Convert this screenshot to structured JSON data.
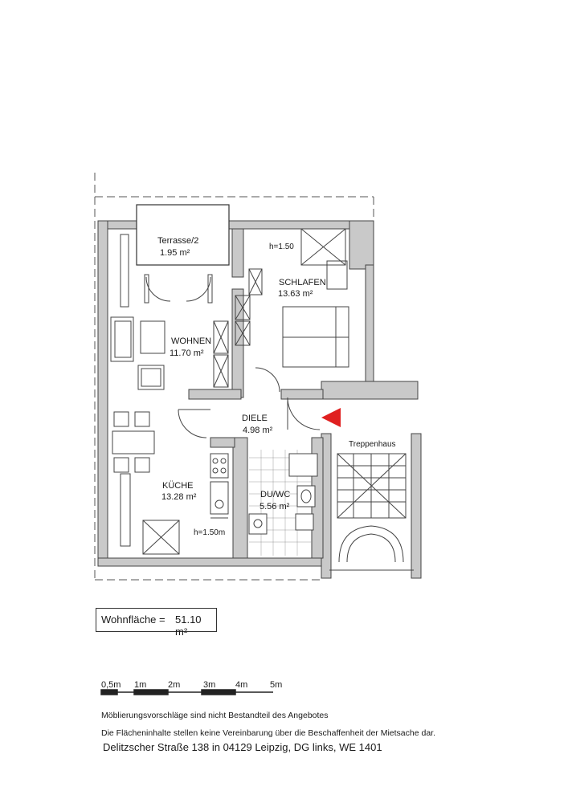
{
  "rooms": {
    "terrace": {
      "name": "Terrasse/2",
      "area": "1.95 m²"
    },
    "bedroom": {
      "name": "SCHLAFEN",
      "area": "13.63 m²",
      "height_note": "h=1.50"
    },
    "living": {
      "name": "WOHNEN",
      "area": "11.70 m²"
    },
    "hall": {
      "name": "DIELE",
      "area": "4.98 m²"
    },
    "kitchen": {
      "name": "KÜCHE",
      "area": "13.28 m²",
      "height_note": "h=1.50m"
    },
    "bath": {
      "name": "DU/WC",
      "area": "5.56 m²"
    },
    "stairwell": {
      "name": "Treppenhaus"
    }
  },
  "summary": {
    "label": "Wohnfläche  =",
    "value": "51.10 m²"
  },
  "scale": {
    "ticks": [
      "0,5m",
      "1m",
      "2m",
      "3m",
      "4m",
      "5m"
    ]
  },
  "notes": [
    "Möblierungsvorschläge sind nicht Bestandteil des Angebotes",
    "Die Flächeninhalte stellen keine Vereinbarung über die Beschaffenheit der Mietsache dar."
  ],
  "address": "Delitzscher Straße 138 in 04129 Leipzig, DG links, WE 1401",
  "colors": {
    "wall": "#c9c9c9",
    "entry_marker": "#e02020",
    "tile": "#999999"
  }
}
